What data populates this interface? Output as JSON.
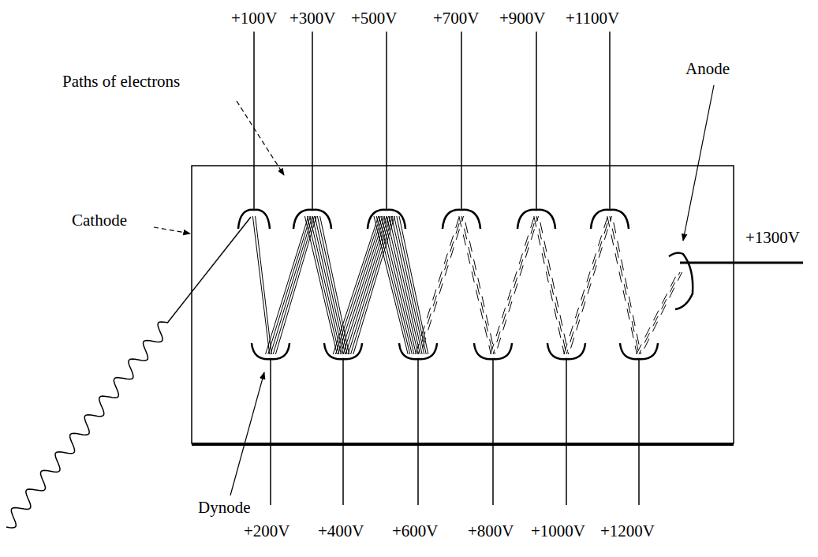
{
  "diagram": {
    "labels": [
      "+100V",
      "+300V",
      "+500V",
      "+700V",
      "+900V",
      "+1100V",
      "Paths of electrons",
      "Anode",
      "Cathode",
      "+1300V",
      "Dynode",
      "+200V",
      "+400V",
      "+600V",
      "+800V",
      "+1000V",
      "+1200V"
    ]
  }
}
